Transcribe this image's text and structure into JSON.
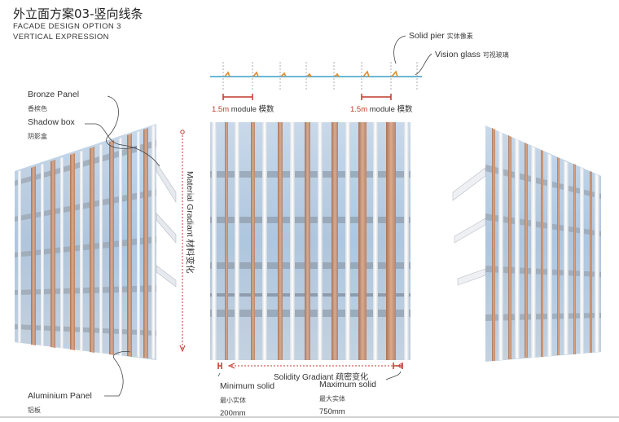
{
  "header": {
    "title": "外立面方案03-竖向线条",
    "subtitle_1": "FACADE DESIGN OPTION 3",
    "subtitle_2": "VERTICAL EXPRESSION"
  },
  "callouts": {
    "solid_pier": {
      "en": "Solid pier",
      "cn": "实体像素"
    },
    "vision_glass": {
      "en": "Vision glass",
      "cn": "可视玻璃"
    },
    "bronze_panel": {
      "en": "Bronze Panel",
      "cn": "香槟色"
    },
    "shadow_box": {
      "en": "Shadow box",
      "cn": "阴影盒"
    },
    "aluminium_panel": {
      "en": "Aluminium Panel",
      "cn": "铝板"
    }
  },
  "modules": {
    "left": {
      "num": "1.5m",
      "text": " module 模数"
    },
    "right": {
      "num": "1.5m",
      "text": " module 模数"
    }
  },
  "gradients": {
    "material": "Material Gradiant 材料变化",
    "solidity": "Solidity Gradiant 疏密变化"
  },
  "min_solid": {
    "en": "Minimum solid",
    "cn": "最小实体",
    "size": "200mm"
  },
  "max_solid": {
    "en": "Maximum solid",
    "cn": "最大实体",
    "size": "750mm"
  },
  "colors": {
    "accent_red": "#c0392b",
    "bronze": "#c8957a",
    "glass_blue": "#3aa0c8",
    "pier_orange": "#e08a2c"
  }
}
